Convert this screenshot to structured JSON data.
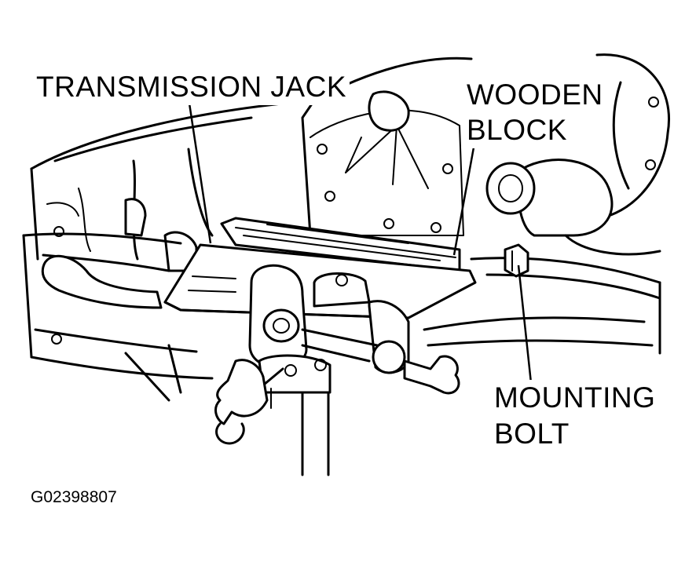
{
  "labels": {
    "transmission_jack": "TRANSMISSION JACK",
    "wooden_block_line1": "WOODEN",
    "wooden_block_line2": "BLOCK",
    "mounting_bolt_line1": "MOUNTING",
    "mounting_bolt_line2": "BOLT"
  },
  "figure_code": "G02398807",
  "colors": {
    "ink": "#000000",
    "paper": "#ffffff"
  }
}
